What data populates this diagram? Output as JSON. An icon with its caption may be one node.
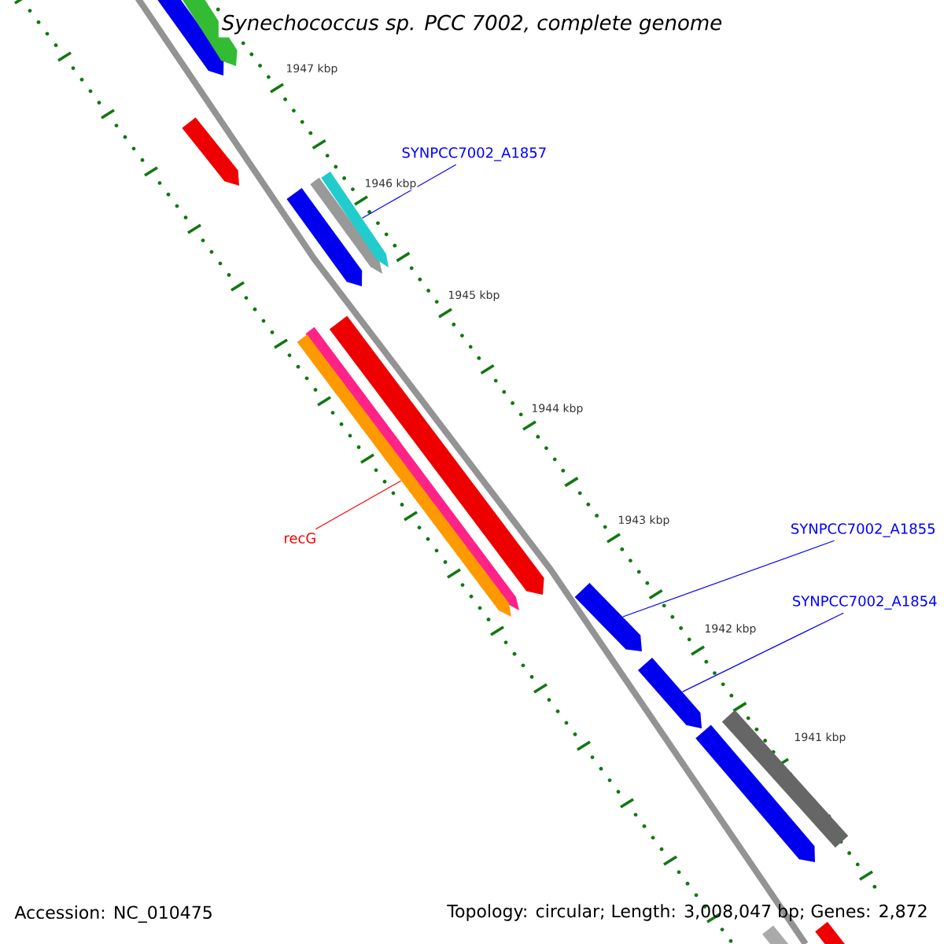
{
  "diagram": {
    "title": "Synechococcus sp. PCC 7002, complete genome",
    "nodes": [
      {
        "text": [
          "SYNPCC7002_A1857"
        ]
      },
      {
        "text": [],
        "shape": "bar"
      },
      {
        "text": [
          "SYNPCC7002_A1855"
        ]
      },
      {
        "text": [],
        "shape": "bar"
      },
      {
        "text": [
          "SYNPCC7002_A1854"
        ]
      },
      {
        "text": [],
        "shape": "bar"
      },
      {
        "text": [
          "recG"
        ]
      },
      {
        "text": [],
        "shape": "bar"
      },
      {
        "text": [],
        "shape": "bar"
      },
      {
        "text": [],
        "shape": "bar"
      },
      {
        "text": [],
        "shape": "bar"
      },
      {
        "text": [],
        "shape": "bar"
      },
      {
        "text": [],
        "shape": "bar"
      },
      {
        "text": [],
        "shape": "bar"
      },
      {
        "text": [],
        "shape": "bar"
      },
      {
        "text": [],
        "shape": "bar"
      },
      {
        "text": [],
        "shape": "bar"
      },
      {
        "text": [],
        "shape": "bar"
      },
      {
        "text": [],
        "shape": "bar"
      }
    ],
    "edges": [
      {
        "from": 0,
        "to": 1,
        "arrow": "none"
      },
      {
        "from": 2,
        "to": 3,
        "arrow": "none"
      },
      {
        "from": 4,
        "to": 5,
        "arrow": "none"
      },
      {
        "from": 6,
        "to": 7,
        "arrow": "none",
        "color": "#ff0000"
      }
    ],
    "labels": [
      "1947 kbp",
      "1946 kbp",
      "1945 kbp",
      "1944 kbp",
      "1943 kbp",
      "1942 kbp",
      "1941 kbp",
      "Accession: NC_010475",
      "Topology: circular; Length: 3,008,047 bp; Genes: 2,872"
    ]
  }
}
